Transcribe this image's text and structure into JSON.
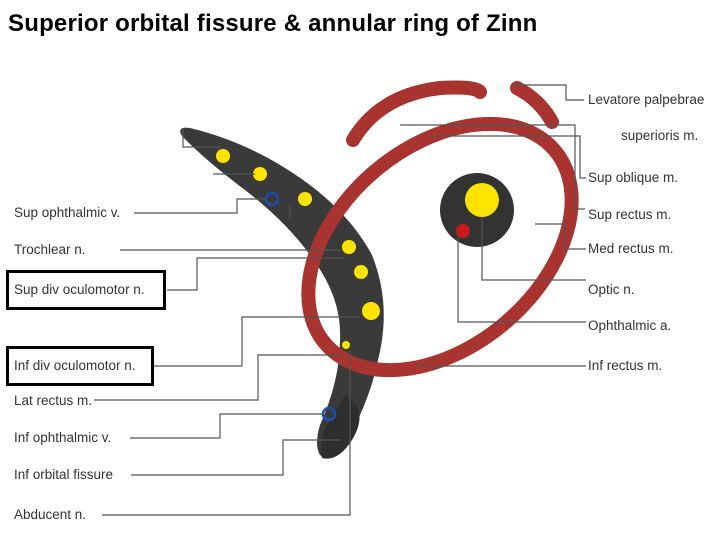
{
  "title": "Superior orbital fissure & annular ring of Zinn",
  "left_labels": {
    "sup_ophthalmic": "Sup ophthalmic v.",
    "trochlear": "Trochlear n.",
    "sup_div_oculomotor": "Sup div oculomotor n.",
    "inf_div_oculomotor": "Inf div oculomotor n.",
    "lat_rectus": "Lat rectus m.",
    "inf_ophthalmic": "Inf ophthalmic v.",
    "inf_orbital_fissure": "Inf orbital fissure",
    "abducent": "Abducent n."
  },
  "right_labels": {
    "levator_1": "Levatore palpebrae",
    "levator_2": "superioris m.",
    "sup_oblique": "Sup oblique m.",
    "sup_rectus": "Sup rectus m.",
    "med_rectus": "Med rectus m.",
    "optic": "Optic n.",
    "ophthalmic_a": "Ophthalmic a.",
    "inf_rectus": "Inf rectus m."
  },
  "colors": {
    "muscle_ring": "#a8332f",
    "fissure": "#3a3a3a",
    "nerve": "#ffe400",
    "vein": "#1a4fb5",
    "artery": "#c41a1a",
    "leader": "#555555"
  }
}
